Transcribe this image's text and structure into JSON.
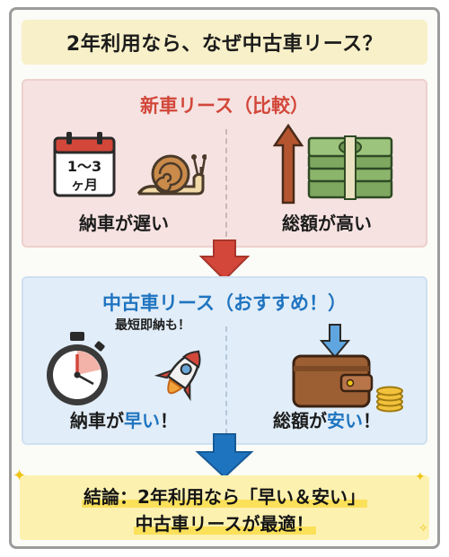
{
  "header": {
    "question": "2年利用なら、なぜ中古車リース？"
  },
  "new_car": {
    "title": "新車リース（比較）",
    "left": {
      "calendar_text_1": "1〜3",
      "calendar_text_2": "ヶ月",
      "caption": "納車が遅い"
    },
    "right": {
      "caption": "総額が高い"
    }
  },
  "used_car": {
    "title": "中古車リース（おすすめ！）",
    "left": {
      "badge": "最短即納も！",
      "caption_pre": "納車が",
      "caption_hl": "早い",
      "caption_post": "！"
    },
    "right": {
      "caption_pre": "総額が",
      "caption_hl": "安い",
      "caption_post": "！"
    }
  },
  "conclusion": {
    "line1": "結論：2年利用なら「早い＆安い」",
    "line2": "中古車リースが最適！"
  },
  "colors": {
    "red_accent": "#d2473a",
    "blue_accent": "#1f74c0",
    "new_bg": "#f6e3e1",
    "used_bg": "#e1edf8",
    "banner_bg": "#f8f0c8",
    "conclusion_bg": "#fdf1b0"
  },
  "icons": [
    "calendar-icon",
    "snail-icon",
    "money-stack-icon",
    "up-arrow-icon",
    "stopwatch-icon",
    "rocket-icon",
    "wallet-icon",
    "down-arrow-icon",
    "coins-icon",
    "sparkle-icon"
  ]
}
